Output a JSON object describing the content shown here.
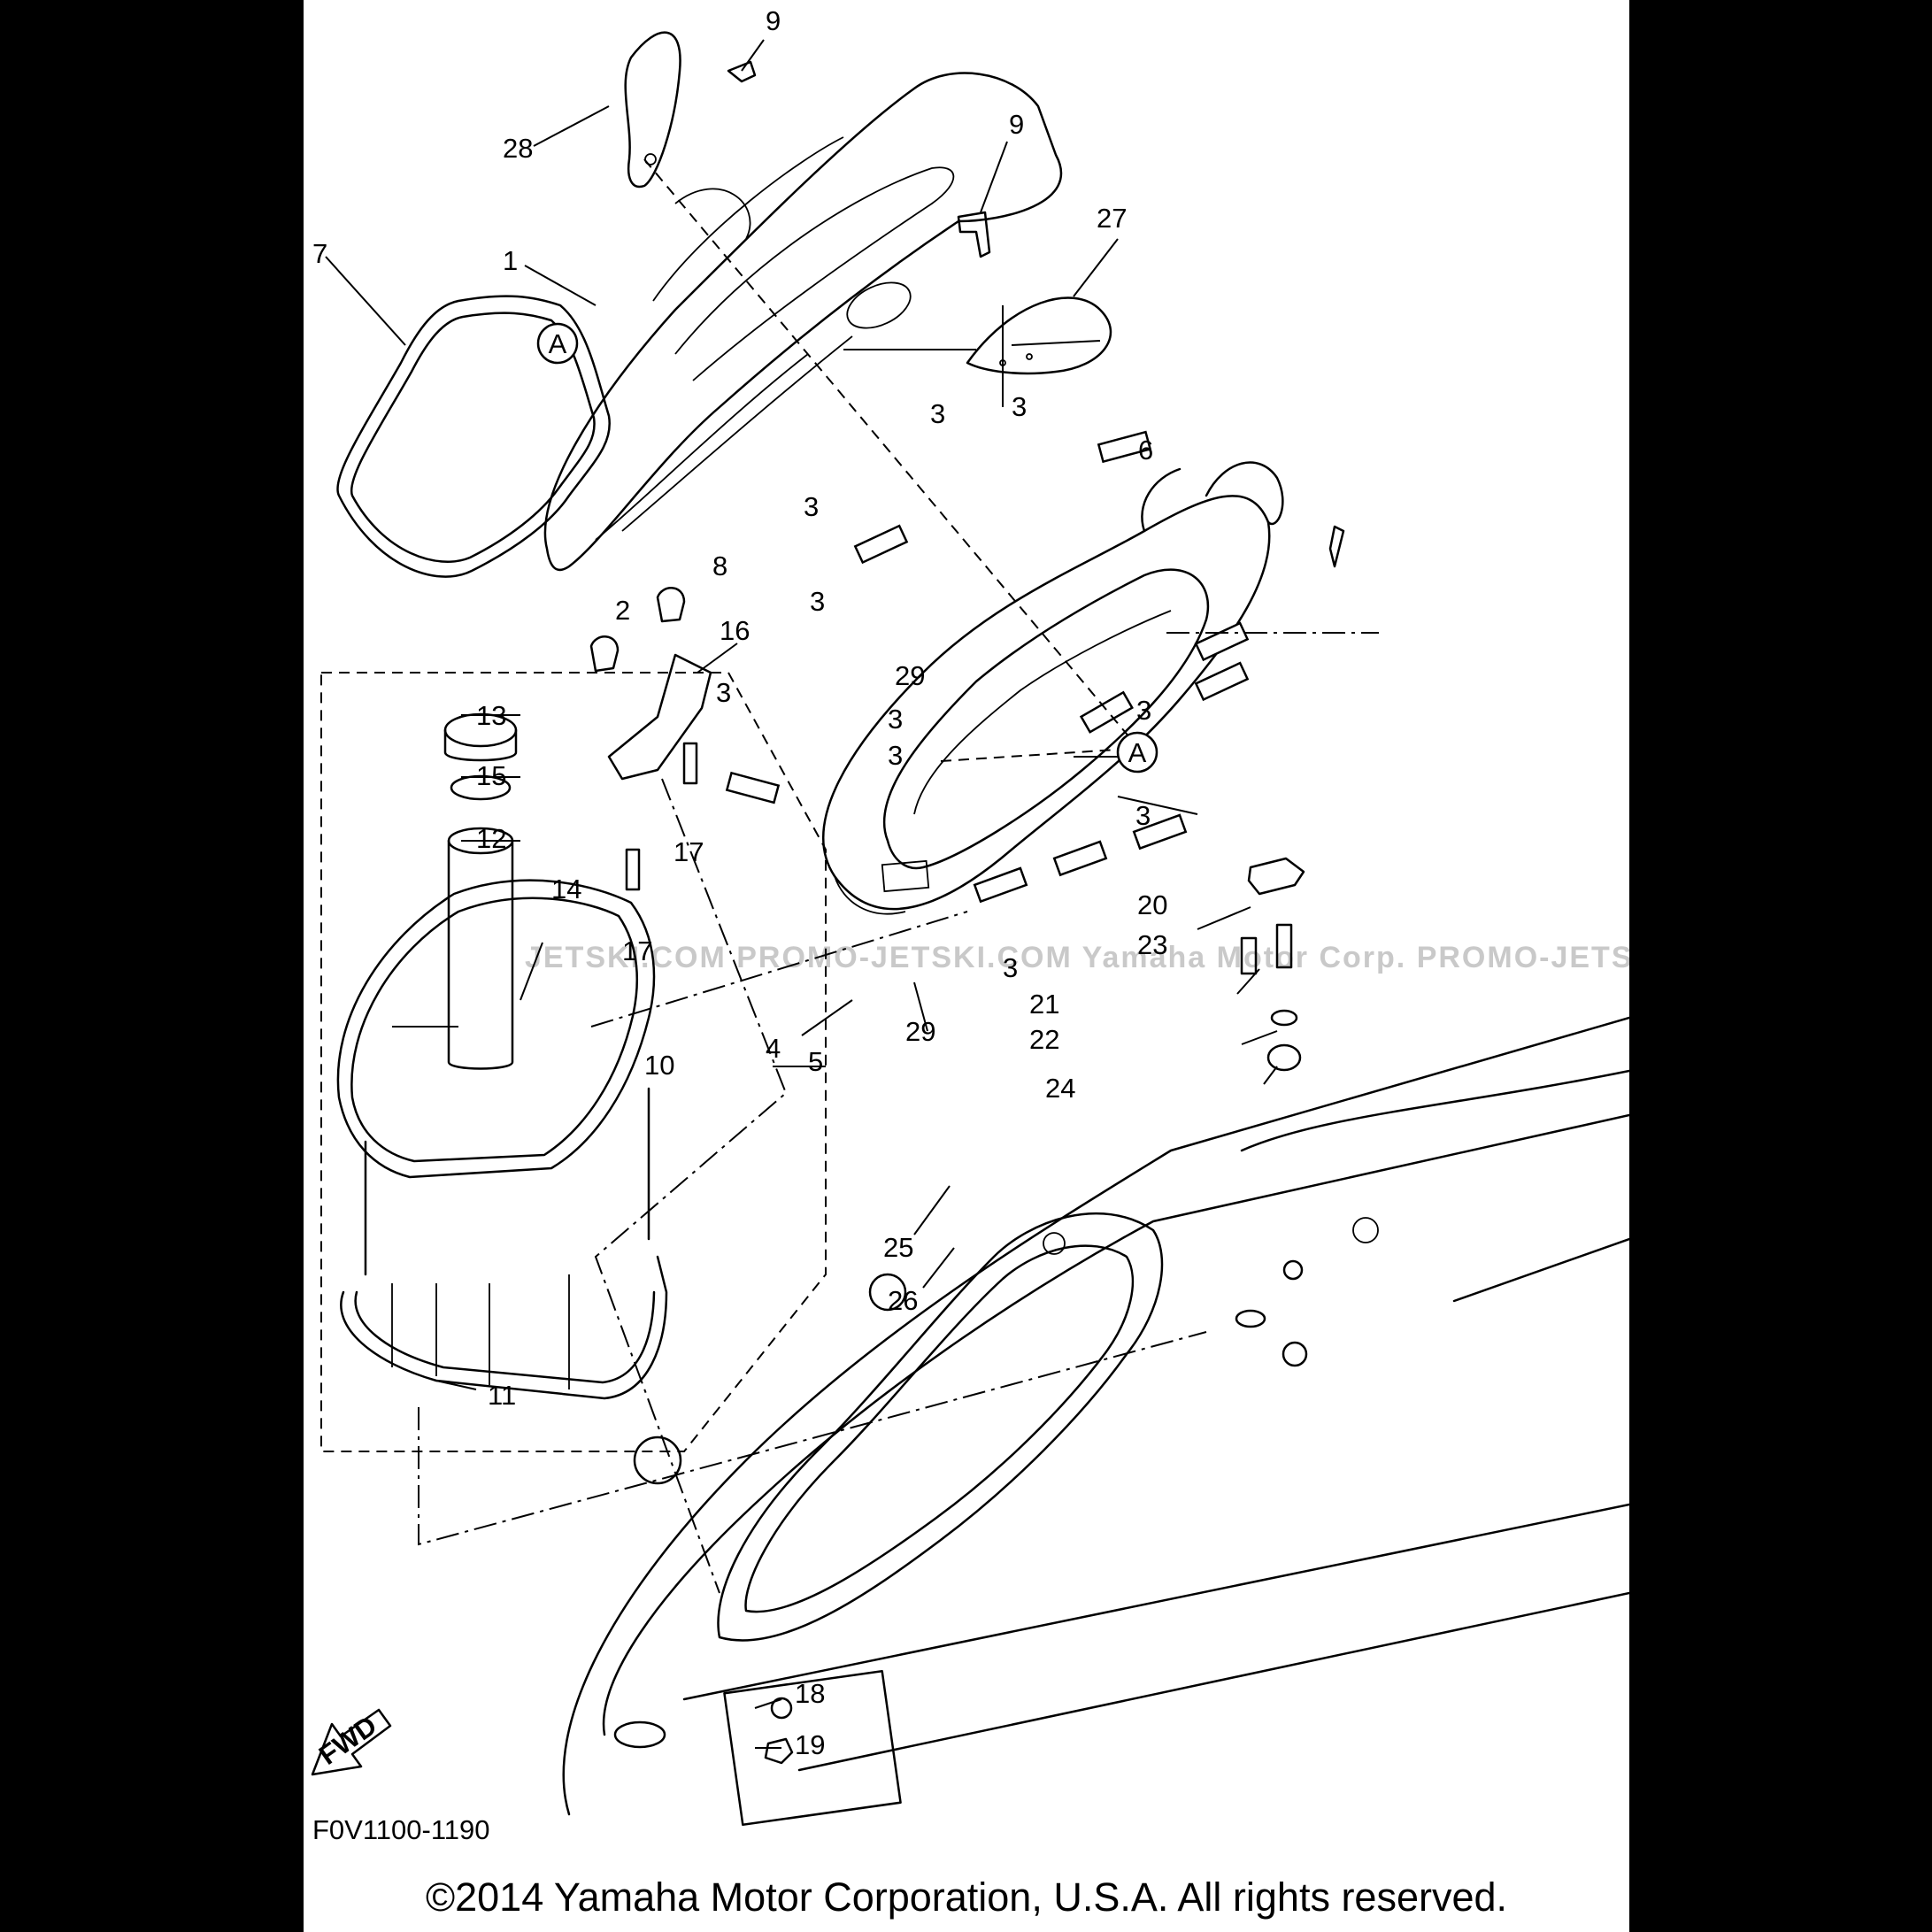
{
  "diagram": {
    "part_numbers": {
      "n1": "1",
      "n2": "2",
      "n3": "3",
      "n4": "4",
      "n5": "5",
      "n6": "6",
      "n7": "7",
      "n8": "8",
      "n9": "9",
      "n10": "10",
      "n11": "11",
      "n12": "12",
      "n13": "13",
      "n14": "14",
      "n15": "15",
      "n16": "16",
      "n17": "17",
      "n18": "18",
      "n19": "19",
      "n20": "20",
      "n21": "21",
      "n22": "22",
      "n23": "23",
      "n24": "24",
      "n25": "25",
      "n26": "26",
      "n27": "27",
      "n28": "28",
      "n29": "29"
    },
    "reference_marker": "A",
    "direction_label": "FWD",
    "diagram_code": "F0V1100-1190",
    "watermark": "JETSKI.COM PROMO-JETSKI.COM Yamaha Motor Corp. PROMO-JETSKI.COM",
    "copyright": "©2014 Yamaha Motor Corporation, U.S.A. All rights reserved."
  }
}
